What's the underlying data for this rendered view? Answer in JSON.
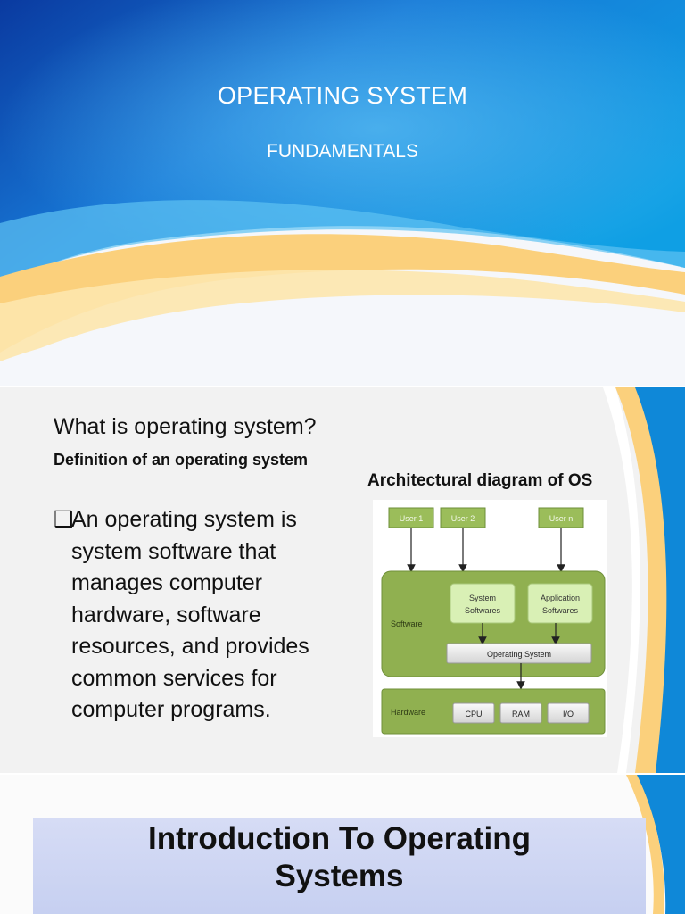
{
  "slide1": {
    "title": "OPERATING SYSTEM",
    "subtitle": "FUNDAMENTALS"
  },
  "slide2": {
    "heading": "What is operating system?",
    "subheading": "Definition of an operating system",
    "diagram_title": "Architectural diagram of OS",
    "bullet_mark": "❑",
    "bullet_text": "An operating system is system software that manages computer hardware, software resources, and provides common services for computer programs.",
    "diagram": {
      "users": [
        "User 1",
        "User 2",
        "User n"
      ],
      "software_label": "Software",
      "system_softwares": [
        "System",
        "Softwares"
      ],
      "application_softwares": [
        "Application",
        "Softwares"
      ],
      "operating_system": "Operating System",
      "hardware_label": "Hardware",
      "hardware_items": [
        "CPU",
        "RAM",
        "I/O"
      ]
    }
  },
  "slide3": {
    "title_line1": "Introduction To Operating",
    "title_line2": "Systems"
  },
  "colors": {
    "sky_blue": "#1e78d0",
    "deep_blue": "#0b3f9e",
    "swoosh_gold": "#fbd07c",
    "diagram_green": "#90b050",
    "diagram_box": "#d9f0b5"
  }
}
